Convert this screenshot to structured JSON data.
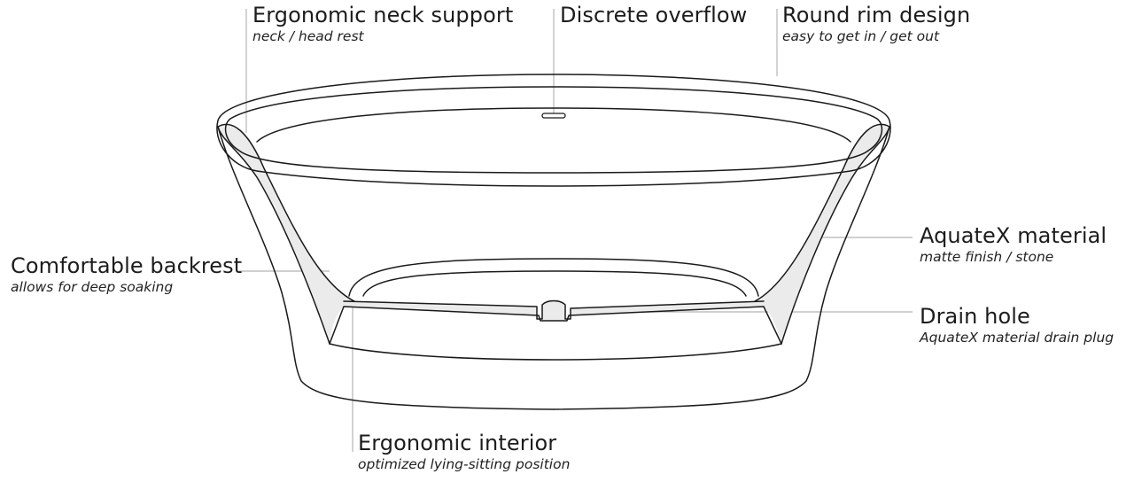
{
  "callouts": {
    "neck_support": {
      "title": "Ergonomic neck support",
      "subtitle": "neck / head rest"
    },
    "overflow": {
      "title": "Discrete overflow",
      "subtitle": ""
    },
    "rim": {
      "title": "Round rim design",
      "subtitle": "easy to get in / get out"
    },
    "material": {
      "title": "AquateX material",
      "subtitle": "matte finish / stone"
    },
    "backrest": {
      "title": "Comfortable backrest",
      "subtitle": "allows for deep soaking"
    },
    "drain": {
      "title": "Drain hole",
      "subtitle": "AquateX material drain plug"
    },
    "interior": {
      "title": "Ergonomic interior",
      "subtitle": "optimized lying-sitting position"
    }
  },
  "colors": {
    "line": "#1a1a1a",
    "leader": "#b5b5b5",
    "section_fill": "#ebebeb",
    "background": "#ffffff"
  }
}
